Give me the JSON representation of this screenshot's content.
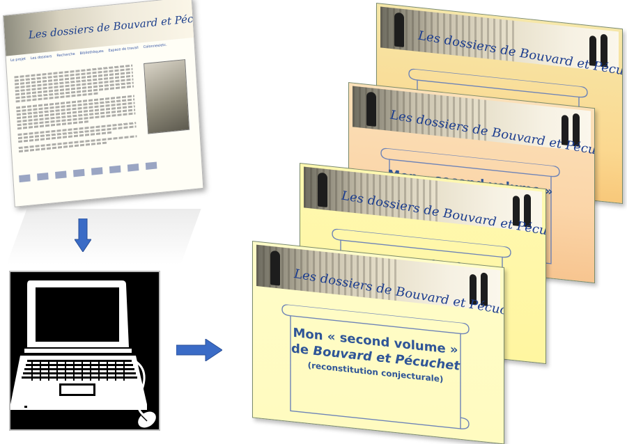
{
  "site": {
    "title": "Les dossiers de Bouvard et Pécuchet",
    "nav": [
      "Le projet",
      "Les dossiers",
      "Recherche",
      "Bibliothèques",
      "Espace de travail",
      "Colonnes/etc."
    ]
  },
  "card": {
    "header_title": "Les dossiers de Bouvard et Pécuchet",
    "line1": "Mon « second volume »",
    "line2_prefix": "de ",
    "line2_emph": "Bouvard et Pécuchet",
    "line3": "(reconstitution conjecturale)"
  },
  "colors": {
    "card_front": "#fffbc0",
    "card_2": "#fff6a0",
    "card_3": "#fbd5a8",
    "card_4": "#fbd890",
    "text_blue": "#2f5597",
    "arrow_blue": "#3a6bc6"
  }
}
